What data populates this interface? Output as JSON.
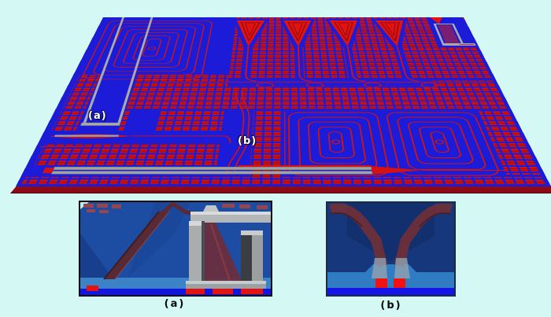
{
  "figure": {
    "background_color": "#d4f8f4",
    "chip_view": {
      "description": "3D perspective rendering of a photonic chip layout",
      "surface_color": "#1b1bd8",
      "fill_pattern_color": "#d51111",
      "substrate_edge_color": "#8e0a16",
      "metal_marker_color": "#a8abab",
      "callout_a": "(a)",
      "callout_b": "(b)",
      "elements": {
        "grating_couplers": 4,
        "ring_resonators": 4,
        "square_spirals": 3
      }
    },
    "inset_a": {
      "caption": "(a)"
    },
    "inset_b": {
      "caption": "(b)"
    }
  }
}
